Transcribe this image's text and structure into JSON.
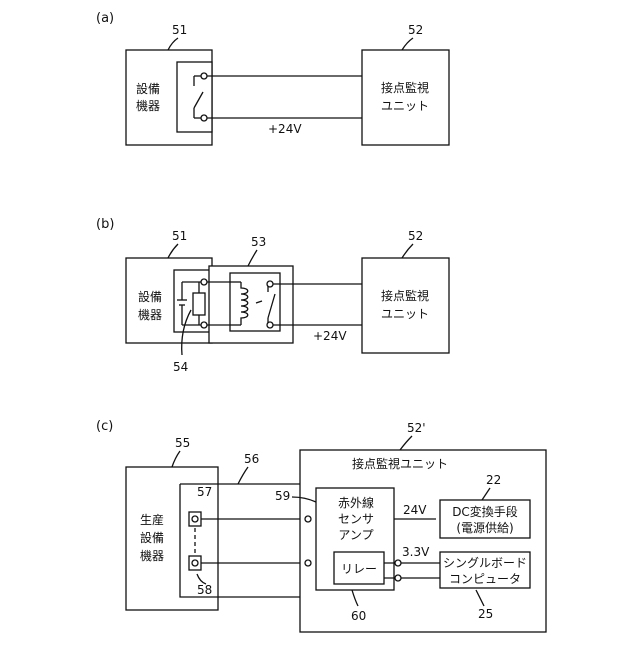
{
  "panel_a": {
    "label": "(a)",
    "equipment_ref": "51",
    "monitor_ref": "52",
    "equipment_line1": "設備",
    "equipment_line2": "機器",
    "monitor_line1": "接点監視",
    "monitor_line2": "ユニット",
    "voltage": "+24V"
  },
  "panel_b": {
    "label": "(b)",
    "equipment_ref": "51",
    "relay_ref": "53",
    "monitor_ref": "52",
    "power_ref": "54",
    "equipment_line1": "設備",
    "equipment_line2": "機器",
    "monitor_line1": "接点監視",
    "monitor_line2": "ユニット",
    "voltage": "+24V"
  },
  "panel_c": {
    "label": "(c)",
    "production_ref": "55",
    "cable_ref": "56",
    "unit_ref": "52'",
    "sensor1_ref": "57",
    "sensor2_ref": "58",
    "amp_ref": "59",
    "relay_ref": "60",
    "dc_ref": "22",
    "sbc_ref": "25",
    "production_line1": "生産",
    "production_line2": "設備",
    "production_line3": "機器",
    "unit_title": "接点監視ユニット",
    "amp_line1": "赤外線",
    "amp_line2": "センサ",
    "amp_line3": "アンプ",
    "relay_label": "リレー",
    "dc_line1": "DC変換手段",
    "dc_line2": "(電源供給)",
    "sbc_line1": "シングルボード",
    "sbc_line2": "コンピュータ",
    "v24": "24V",
    "v33": "3.3V"
  }
}
